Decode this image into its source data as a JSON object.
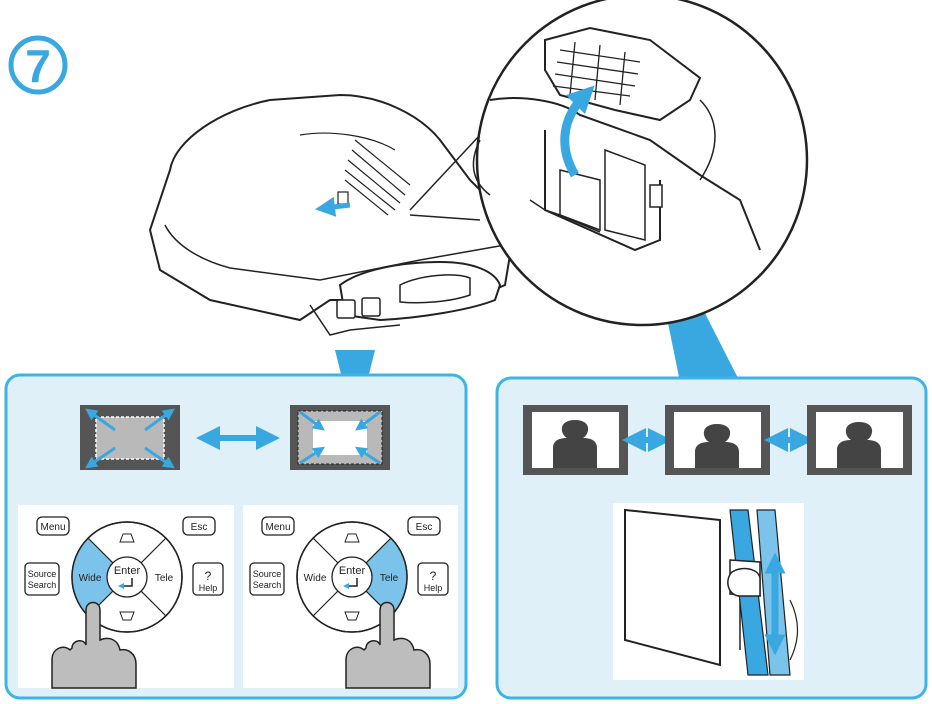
{
  "step": {
    "number": "7"
  },
  "remotes": [
    {
      "id": "wide",
      "menu": "Menu",
      "esc": "Esc",
      "source_line1": "Source",
      "source_line2": "Search",
      "wide": "Wide",
      "enter": "Enter",
      "tele": "Tele",
      "help": "Help",
      "help_symbol": "?"
    },
    {
      "id": "tele",
      "menu": "Menu",
      "esc": "Esc",
      "source_line1": "Source",
      "source_line2": "Search",
      "wide": "Wide",
      "enter": "Enter",
      "tele": "Tele",
      "help": "Help",
      "help_symbol": "?"
    }
  ],
  "colors": {
    "accent_blue": "#3aa8e0",
    "panel_fill": "#dff0f9",
    "panel_border": "#3fb3e3",
    "button_highlight": "#7cc3ec"
  }
}
